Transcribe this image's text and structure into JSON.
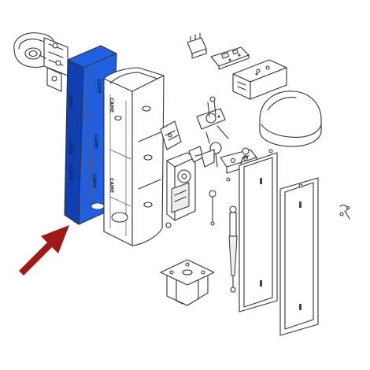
{
  "diagram": {
    "brand_mark": "CAME",
    "colors": {
      "highlight_fill": "#1f5fe0",
      "highlight_dark": "#0f3fb0",
      "arrow": "#a01818",
      "line": "#333333",
      "background": "#ffffff"
    },
    "highlighted_part": "cabinet-side-panel",
    "pointer": "arrow-pointing-up-right-at-highlighted-part"
  }
}
